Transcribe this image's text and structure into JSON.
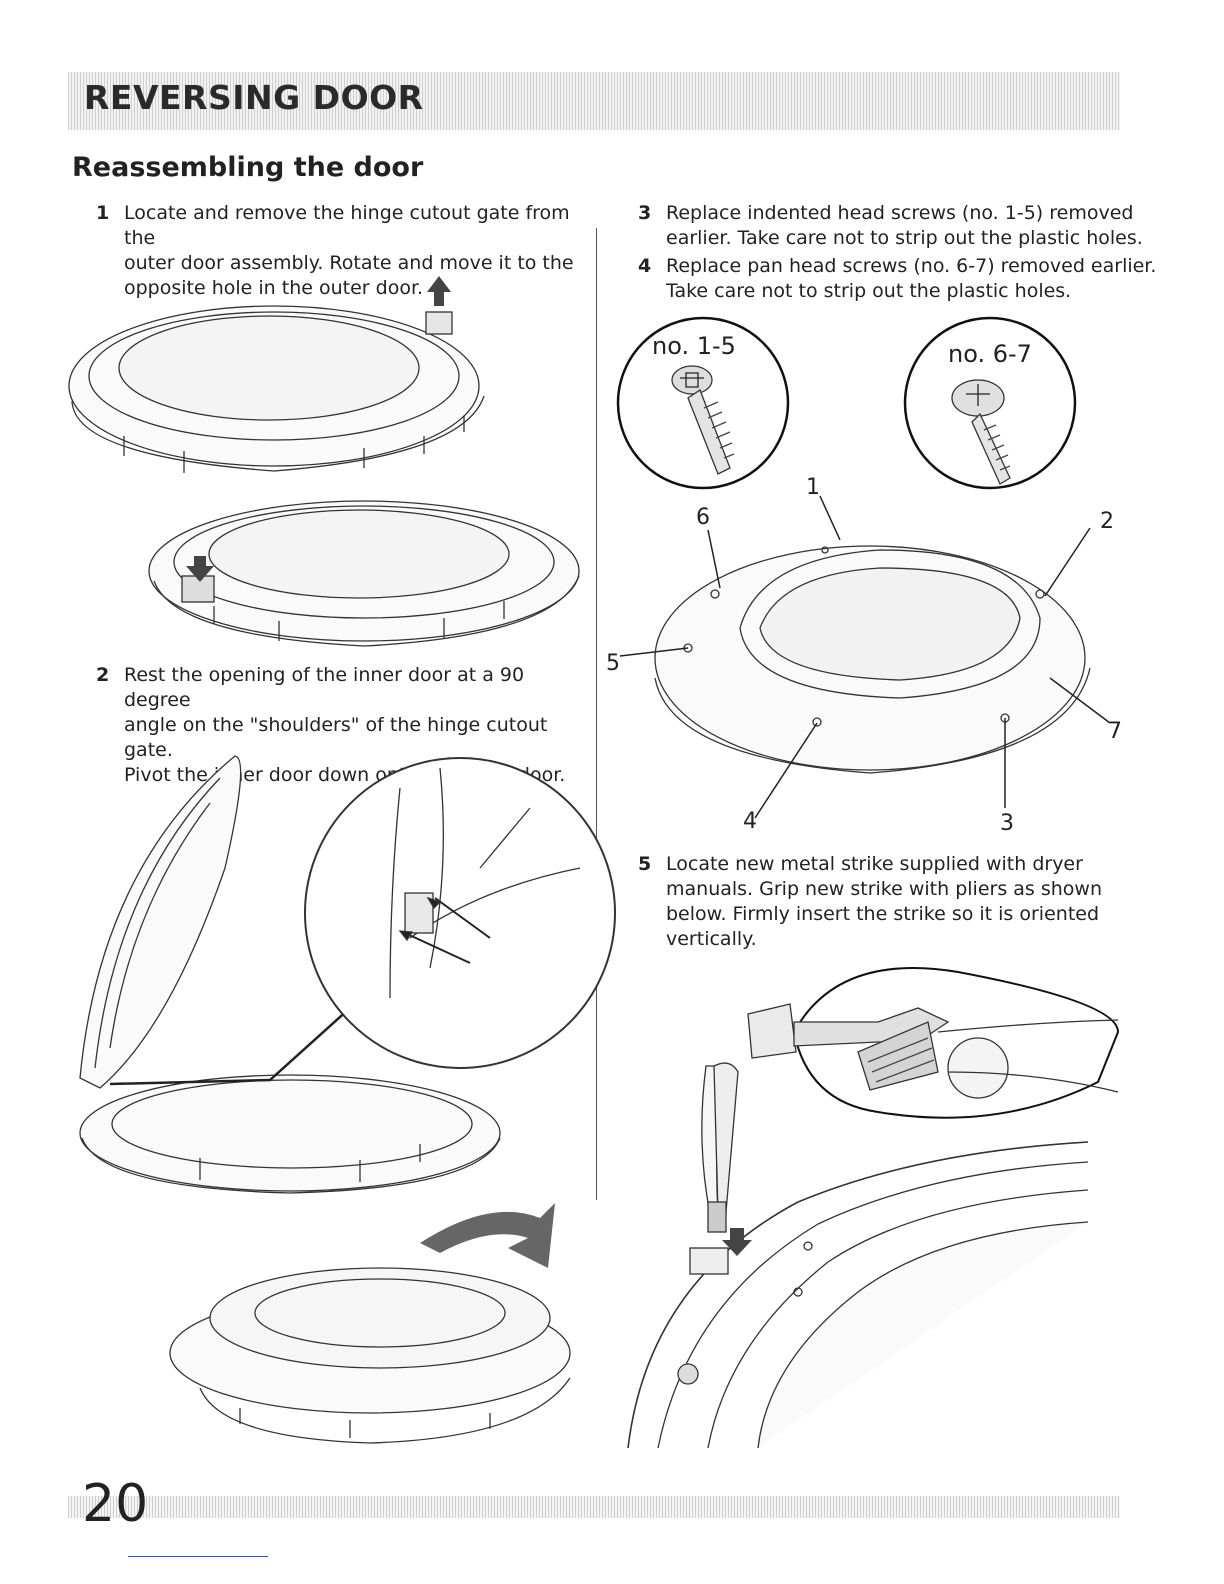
{
  "banner": {
    "title": "REVERSING DOOR"
  },
  "section": {
    "heading": "Reassembling the door"
  },
  "steps": [
    {
      "number": "1",
      "lines": [
        "Locate and remove the hinge cutout gate from the",
        "outer door assembly. Rotate and move it to the",
        "opposite hole in the outer door."
      ]
    },
    {
      "number": "2",
      "lines": [
        "Rest the opening of the inner door at a 90 degree",
        "angle  on the \"shoulders\" of the hinge cutout gate.",
        "Pivot the inner door down onto the outer door."
      ]
    },
    {
      "number": "3",
      "lines": [
        "Replace indented head screws (no. 1-5) removed",
        "earlier. Take care not to strip out the plastic holes."
      ]
    },
    {
      "number": "4",
      "lines": [
        "Replace pan head screws (no. 6-7) removed earlier.",
        "Take care not to strip out the plastic holes."
      ]
    },
    {
      "number": "5",
      "lines": [
        "Locate new metal strike supplied with dryer",
        "manuals. Grip new strike with pliers as shown",
        "below. Firmly insert the strike so it is oriented",
        "vertically."
      ]
    }
  ],
  "screw_callouts": {
    "indented": "no. 1-5",
    "pan": "no. 6-7"
  },
  "screw_positions": [
    "1",
    "2",
    "3",
    "4",
    "5",
    "6",
    "7"
  ],
  "page_number": "20"
}
